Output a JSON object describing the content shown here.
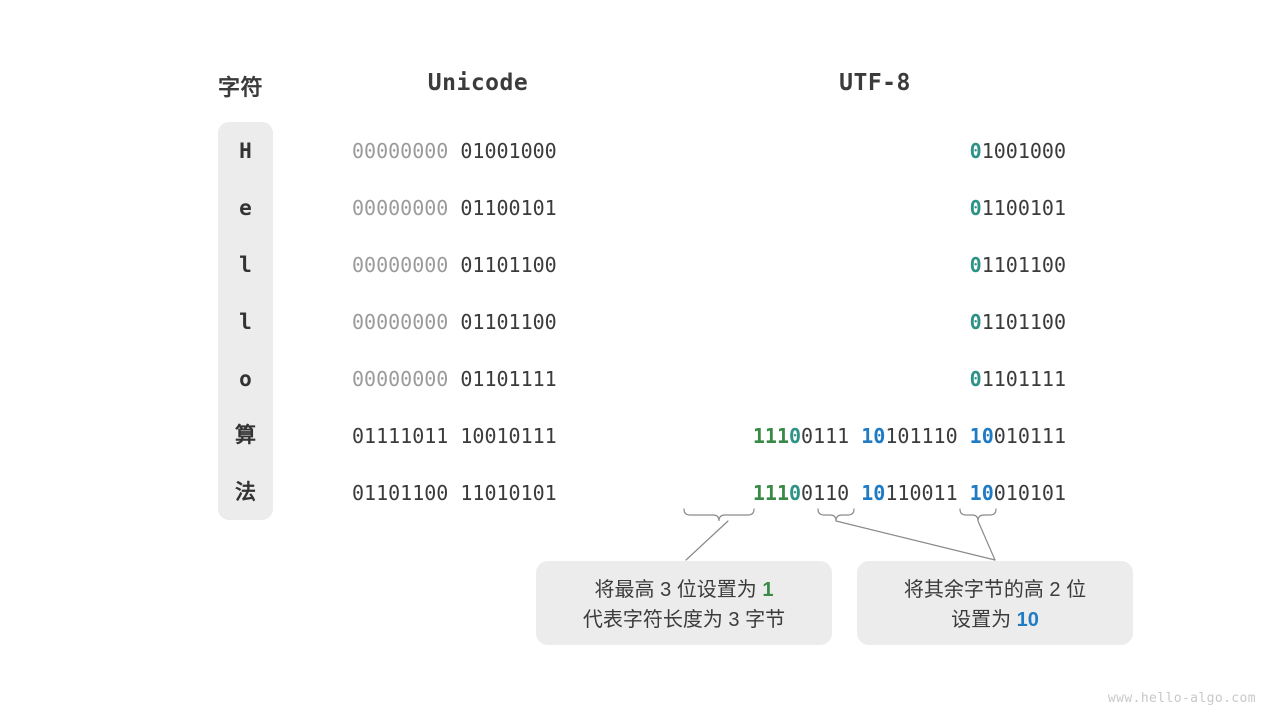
{
  "headers": {
    "char": "字符",
    "unicode": "Unicode",
    "utf8": "UTF-8"
  },
  "rows": [
    {
      "char": "H",
      "char_kind": "latin",
      "unicode_bytes": [
        {
          "bits": "00000000",
          "style": "dim"
        },
        {
          "bits": "01001000",
          "style": "dark"
        }
      ],
      "utf8_bytes": [
        {
          "segments": [
            {
              "bits": "0",
              "style": "teal"
            },
            {
              "bits": "1001000",
              "style": "dark"
            }
          ]
        }
      ]
    },
    {
      "char": "e",
      "char_kind": "latin",
      "unicode_bytes": [
        {
          "bits": "00000000",
          "style": "dim"
        },
        {
          "bits": "01100101",
          "style": "dark"
        }
      ],
      "utf8_bytes": [
        {
          "segments": [
            {
              "bits": "0",
              "style": "teal"
            },
            {
              "bits": "1100101",
              "style": "dark"
            }
          ]
        }
      ]
    },
    {
      "char": "l",
      "char_kind": "latin",
      "unicode_bytes": [
        {
          "bits": "00000000",
          "style": "dim"
        },
        {
          "bits": "01101100",
          "style": "dark"
        }
      ],
      "utf8_bytes": [
        {
          "segments": [
            {
              "bits": "0",
              "style": "teal"
            },
            {
              "bits": "1101100",
              "style": "dark"
            }
          ]
        }
      ]
    },
    {
      "char": "l",
      "char_kind": "latin",
      "unicode_bytes": [
        {
          "bits": "00000000",
          "style": "dim"
        },
        {
          "bits": "01101100",
          "style": "dark"
        }
      ],
      "utf8_bytes": [
        {
          "segments": [
            {
              "bits": "0",
              "style": "teal"
            },
            {
              "bits": "1101100",
              "style": "dark"
            }
          ]
        }
      ]
    },
    {
      "char": "o",
      "char_kind": "latin",
      "unicode_bytes": [
        {
          "bits": "00000000",
          "style": "dim"
        },
        {
          "bits": "01101111",
          "style": "dark"
        }
      ],
      "utf8_bytes": [
        {
          "segments": [
            {
              "bits": "0",
              "style": "teal"
            },
            {
              "bits": "1101111",
              "style": "dark"
            }
          ]
        }
      ]
    },
    {
      "char": "算",
      "char_kind": "cjk",
      "unicode_bytes": [
        {
          "bits": "01111011",
          "style": "dark"
        },
        {
          "bits": "10010111",
          "style": "dark"
        }
      ],
      "utf8_bytes": [
        {
          "segments": [
            {
              "bits": "111",
              "style": "green"
            },
            {
              "bits": "0",
              "style": "teal"
            },
            {
              "bits": "0111",
              "style": "dark"
            }
          ]
        },
        {
          "segments": [
            {
              "bits": "10",
              "style": "blue"
            },
            {
              "bits": "101110",
              "style": "dark"
            }
          ]
        },
        {
          "segments": [
            {
              "bits": "10",
              "style": "blue"
            },
            {
              "bits": "010111",
              "style": "dark"
            }
          ]
        }
      ]
    },
    {
      "char": "法",
      "char_kind": "cjk",
      "unicode_bytes": [
        {
          "bits": "01101100",
          "style": "dark"
        },
        {
          "bits": "11010101",
          "style": "dark"
        }
      ],
      "utf8_bytes": [
        {
          "segments": [
            {
              "bits": "111",
              "style": "green"
            },
            {
              "bits": "0",
              "style": "teal"
            },
            {
              "bits": "0110",
              "style": "dark"
            }
          ]
        },
        {
          "segments": [
            {
              "bits": "10",
              "style": "blue"
            },
            {
              "bits": "110011",
              "style": "dark"
            }
          ]
        },
        {
          "segments": [
            {
              "bits": "10",
              "style": "blue"
            },
            {
              "bits": "010101",
              "style": "dark"
            }
          ]
        }
      ]
    }
  ],
  "callouts": [
    {
      "lines": [
        [
          {
            "text": "将最高 3 位设置为 ",
            "style": "dark"
          },
          {
            "text": "1",
            "style": "green"
          }
        ],
        [
          {
            "text": "代表字符长度为 3 字节",
            "style": "dark"
          }
        ]
      ]
    },
    {
      "lines": [
        [
          {
            "text": "将其余字节的高 2 位",
            "style": "dark"
          }
        ],
        [
          {
            "text": "设置为 ",
            "style": "dark"
          },
          {
            "text": "10",
            "style": "blue"
          }
        ]
      ]
    }
  ],
  "colors": {
    "green": "#3a8a47",
    "teal": "#2e9287",
    "blue": "#1f7cc4",
    "dark_text": "#3b3b3b",
    "dim_text": "#9b9b9b",
    "panel_bg": "#ececec",
    "page_bg": "#ffffff",
    "watermark": "#c8c8c8",
    "connector": "#8a8a8a"
  },
  "watermark": "www.hello-algo.com"
}
